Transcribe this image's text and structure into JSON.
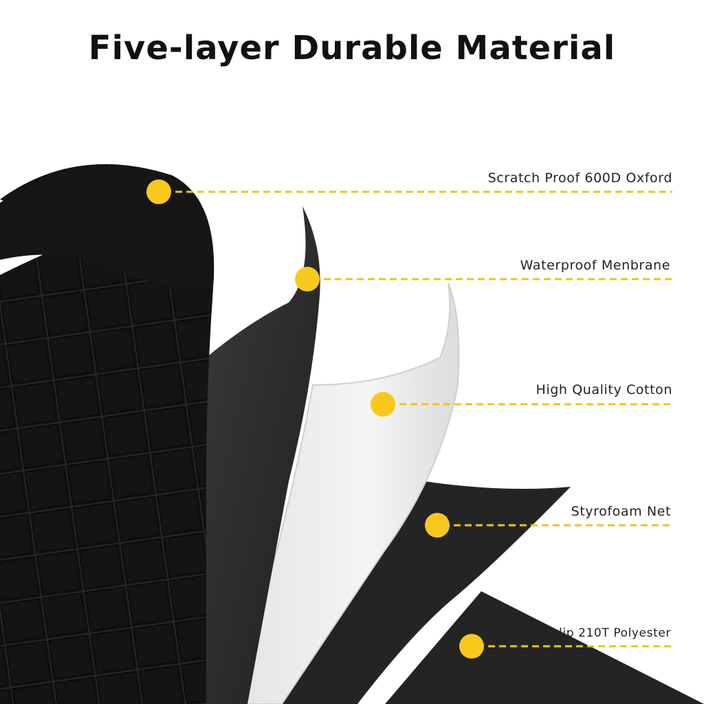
{
  "page": {
    "title": "Five-layer Durable Material"
  },
  "colors": {
    "background": "#ffffff",
    "title_text": "#111111",
    "label_text": "#222222",
    "marker": "#f8c91c",
    "leader_line": "#f2c21a",
    "fabric_dark": "#151515",
    "membrane": "#2a2a2a",
    "cotton": "#f2f2f2",
    "net": "#1e1e1e"
  },
  "layers": [
    {
      "label": "Scratch Proof 600D Oxford"
    },
    {
      "label": "Waterproof Menbrane"
    },
    {
      "label": "High Quality Cotton"
    },
    {
      "label": "Styrofoam Net"
    },
    {
      "label": "Non-slip 210T Polyester"
    }
  ]
}
